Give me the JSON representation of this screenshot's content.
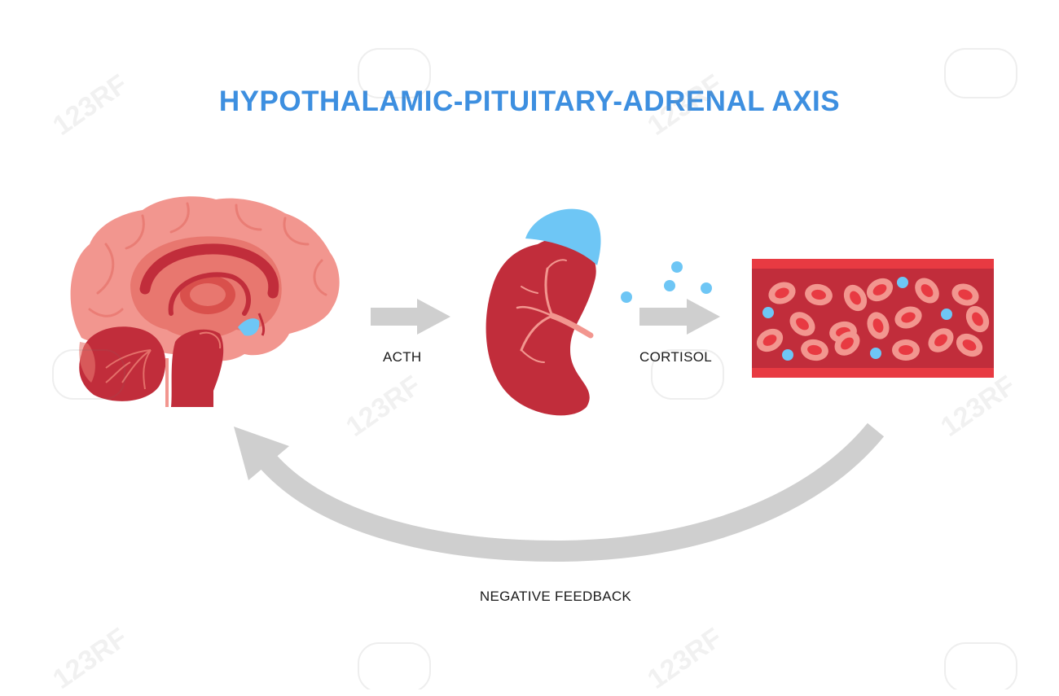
{
  "title": "HYPOTHALAMIC-PITUITARY-ADRENAL AXIS",
  "labels": {
    "acth": "ACTH",
    "cortisol": "CORTISOL",
    "feedback": "NEGATIVE FEEDBACK"
  },
  "watermark": "123RF",
  "colors": {
    "title": "#3d8fe0",
    "brain_light": "#f2968f",
    "brain_mid": "#e8776f",
    "organ_dark": "#c12d3b",
    "hormone_blue": "#6ec6f5",
    "blood_red": "#e83a42",
    "cell_core": "#d9363f",
    "arrow_gray": "#cfcfcf"
  },
  "icons": [
    "brain-icon",
    "adrenal-gland-kidney-icon",
    "blood-vessel-icon",
    "hormone-dot-icon",
    "arrow-right-icon",
    "feedback-arrow-icon"
  ]
}
